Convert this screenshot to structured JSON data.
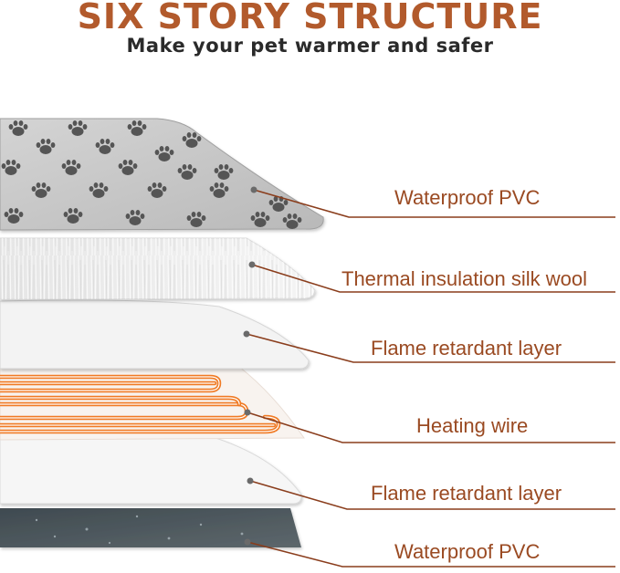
{
  "header": {
    "title": "SIX STORY STRUCTURE",
    "subtitle": "Make your pet warmer and safer"
  },
  "layers": [
    {
      "label": "Waterproof PVC"
    },
    {
      "label": "Thermal insulation silk wool"
    },
    {
      "label": "Flame retardant layer"
    },
    {
      "label": "Heating wire"
    },
    {
      "label": "Flame retardant layer"
    },
    {
      "label": "Waterproof PVC"
    }
  ],
  "colors": {
    "title": "#b25a2c",
    "label": "#9a4a22",
    "leader": "#8a3d1c",
    "heating_wire": "#f07a24",
    "top_pvc": "#c6c6c6",
    "bottom_pvc": "#4f5a60"
  }
}
